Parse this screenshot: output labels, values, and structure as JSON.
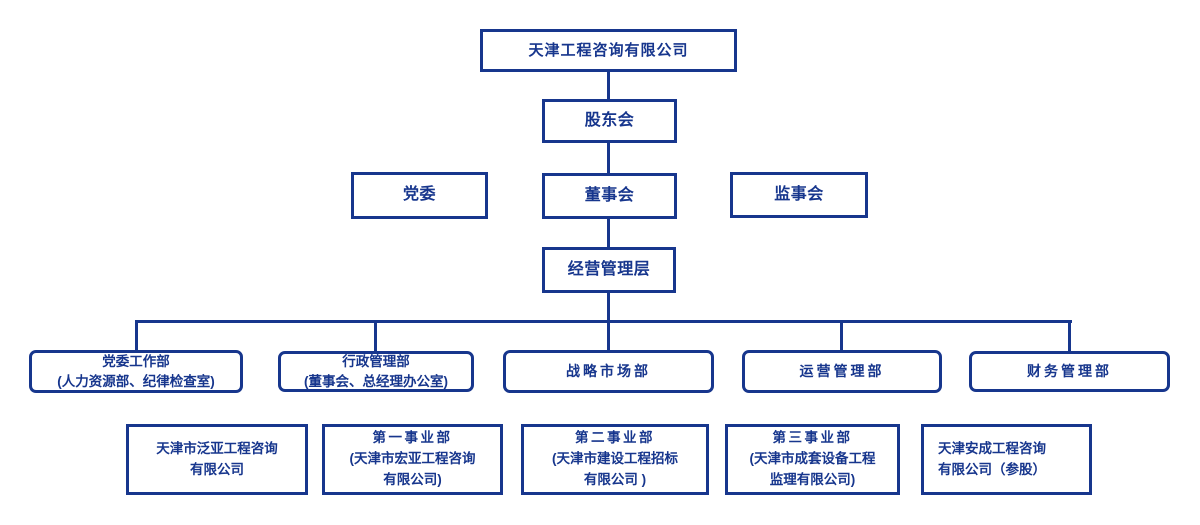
{
  "meta": {
    "accent_color": "#17368d",
    "background_color": "#ffffff",
    "diagram_type": "org-chart"
  },
  "org": {
    "root": "天津工程咨询有限公司",
    "shareholders": "股东会",
    "party_committee": "党委",
    "board": "董事会",
    "supervisory_board": "监事会",
    "management": "经营管理层",
    "departments": [
      {
        "lines": [
          "党委工作部",
          "(人力资源部、纪律检查室)"
        ]
      },
      {
        "lines": [
          "行政管理部",
          "(董事会、总经理办公室)"
        ]
      },
      {
        "lines": [
          "战略市场部"
        ]
      },
      {
        "lines": [
          "运营管理部"
        ]
      },
      {
        "lines": [
          "财务管理部"
        ]
      }
    ],
    "subsidiaries": [
      {
        "lines": [
          "天津市泛亚工程咨询",
          "有限公司"
        ]
      },
      {
        "lines": [
          "第一事业部",
          "(天津市宏亚工程咨询",
          "有限公司)"
        ]
      },
      {
        "lines": [
          "第二事业部",
          "(天津市建设工程招标",
          "有限公司 )"
        ]
      },
      {
        "lines": [
          "第三事业部",
          "(天津市成套设备工程",
          "监理有限公司)"
        ]
      },
      {
        "lines": [
          "天津安成工程咨询",
          "有限公司（参股）"
        ]
      }
    ]
  }
}
